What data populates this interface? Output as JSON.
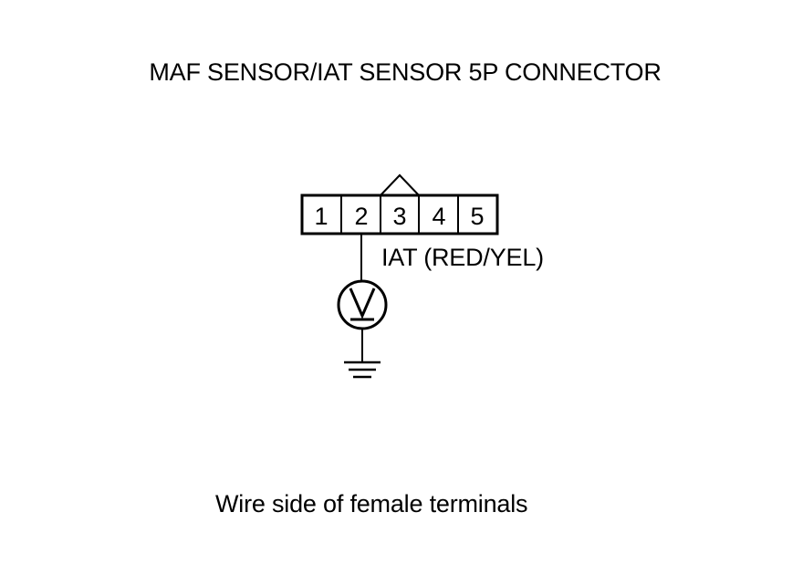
{
  "title": "MAF SENSOR/IAT SENSOR 5P CONNECTOR",
  "connector": {
    "pins": [
      "1",
      "2",
      "3",
      "4",
      "5"
    ]
  },
  "wire_label": "IAT (RED/YEL)",
  "meter_symbol": "V",
  "ground_icon": "ground-icon",
  "caption": "Wire side of female terminals"
}
